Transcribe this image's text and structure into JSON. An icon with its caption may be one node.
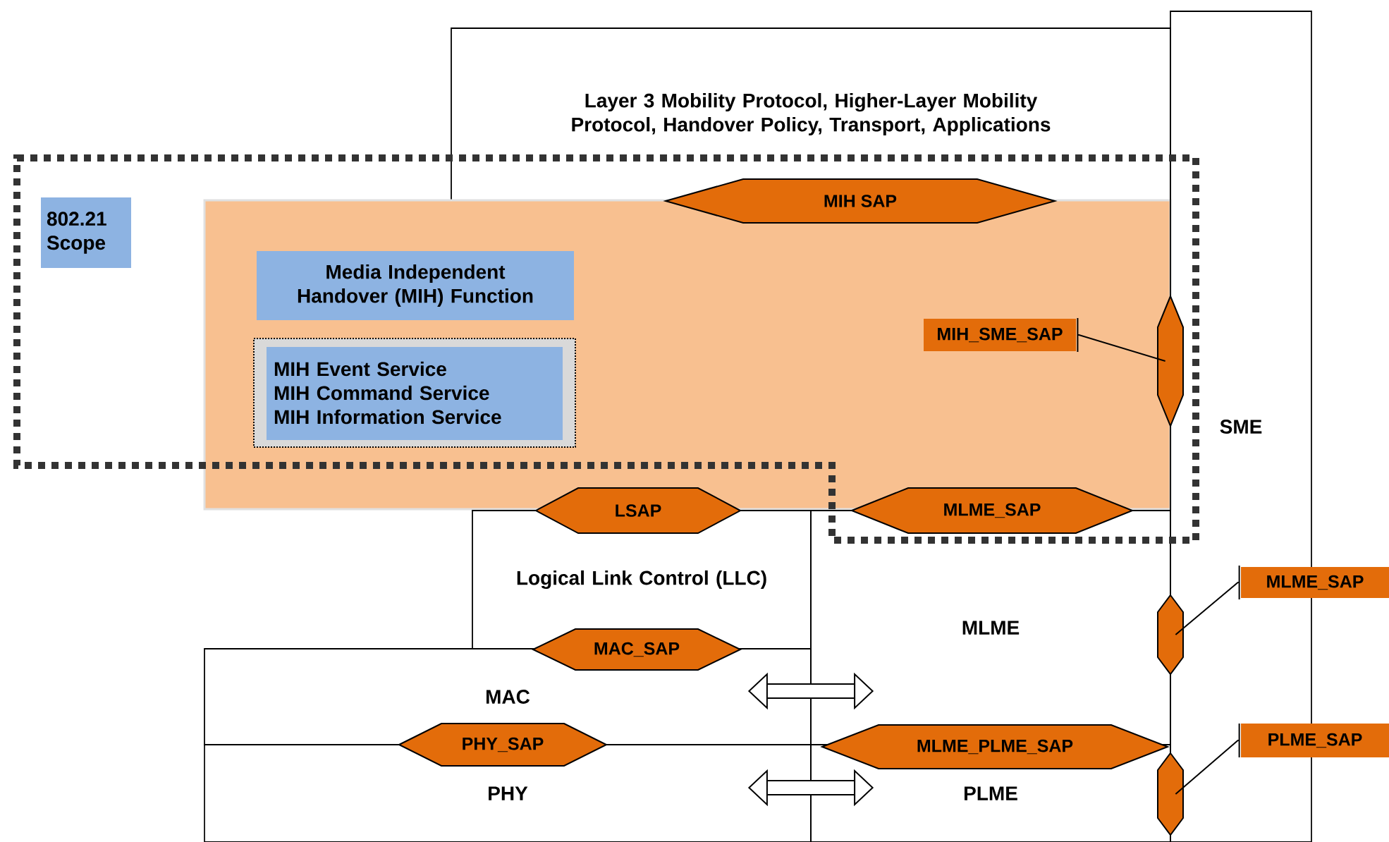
{
  "diagram": {
    "nodes": [
      {
        "text": [
          "Layer 3 Mobility Protocol, Higher-Layer Mobility Protocol, Handover Policy, Transport, Applications"
        ]
      },
      {
        "text": [],
        "shape": "box"
      },
      {
        "text": [
          "802.21 Scope"
        ]
      },
      {
        "text": [
          "Media Independent Handover (MIH) Function"
        ],
        "in": 1
      },
      {
        "text": [
          "MIH Event Service",
          "MIH Command Service",
          "MIH Information Service"
        ],
        "in": 1
      },
      {
        "text": [
          "MIH SAP"
        ]
      },
      {
        "text": [
          "SME"
        ]
      },
      {
        "text": [],
        "shape": "hexagon"
      },
      {
        "text": [
          "MIH_SME_SAP"
        ],
        "in": 1
      },
      {
        "text": [
          "LSAP"
        ]
      },
      {
        "text": [
          "MLME_SAP"
        ]
      },
      {
        "text": [
          "Logical Link Control (LLC)"
        ]
      },
      {
        "text": [
          "MAC_SAP"
        ]
      },
      {
        "text": [
          "MAC"
        ]
      },
      {
        "text": [
          "PHY_SAP"
        ]
      },
      {
        "text": [
          "PHY"
        ]
      },
      {
        "text": [
          "MLME"
        ]
      },
      {
        "text": [
          "MLME_PLME_SAP"
        ]
      },
      {
        "text": [
          "PLME"
        ]
      },
      {
        "text": [],
        "shape": "hexagon"
      },
      {
        "text": [
          "MLME_SAP"
        ]
      },
      {
        "text": [],
        "shape": "hexagon"
      },
      {
        "text": [
          "PLME_SAP"
        ]
      }
    ],
    "edges": [
      {
        "from": 8,
        "to": 7,
        "arrow": "none"
      },
      {
        "from": 20,
        "to": 19,
        "arrow": "none"
      },
      {
        "from": 22,
        "to": 21,
        "arrow": "none"
      },
      {
        "from": 13,
        "to": 16,
        "arrow": "both",
        "style": "thick"
      },
      {
        "from": 15,
        "to": 18,
        "arrow": "both",
        "style": "thick"
      }
    ]
  }
}
